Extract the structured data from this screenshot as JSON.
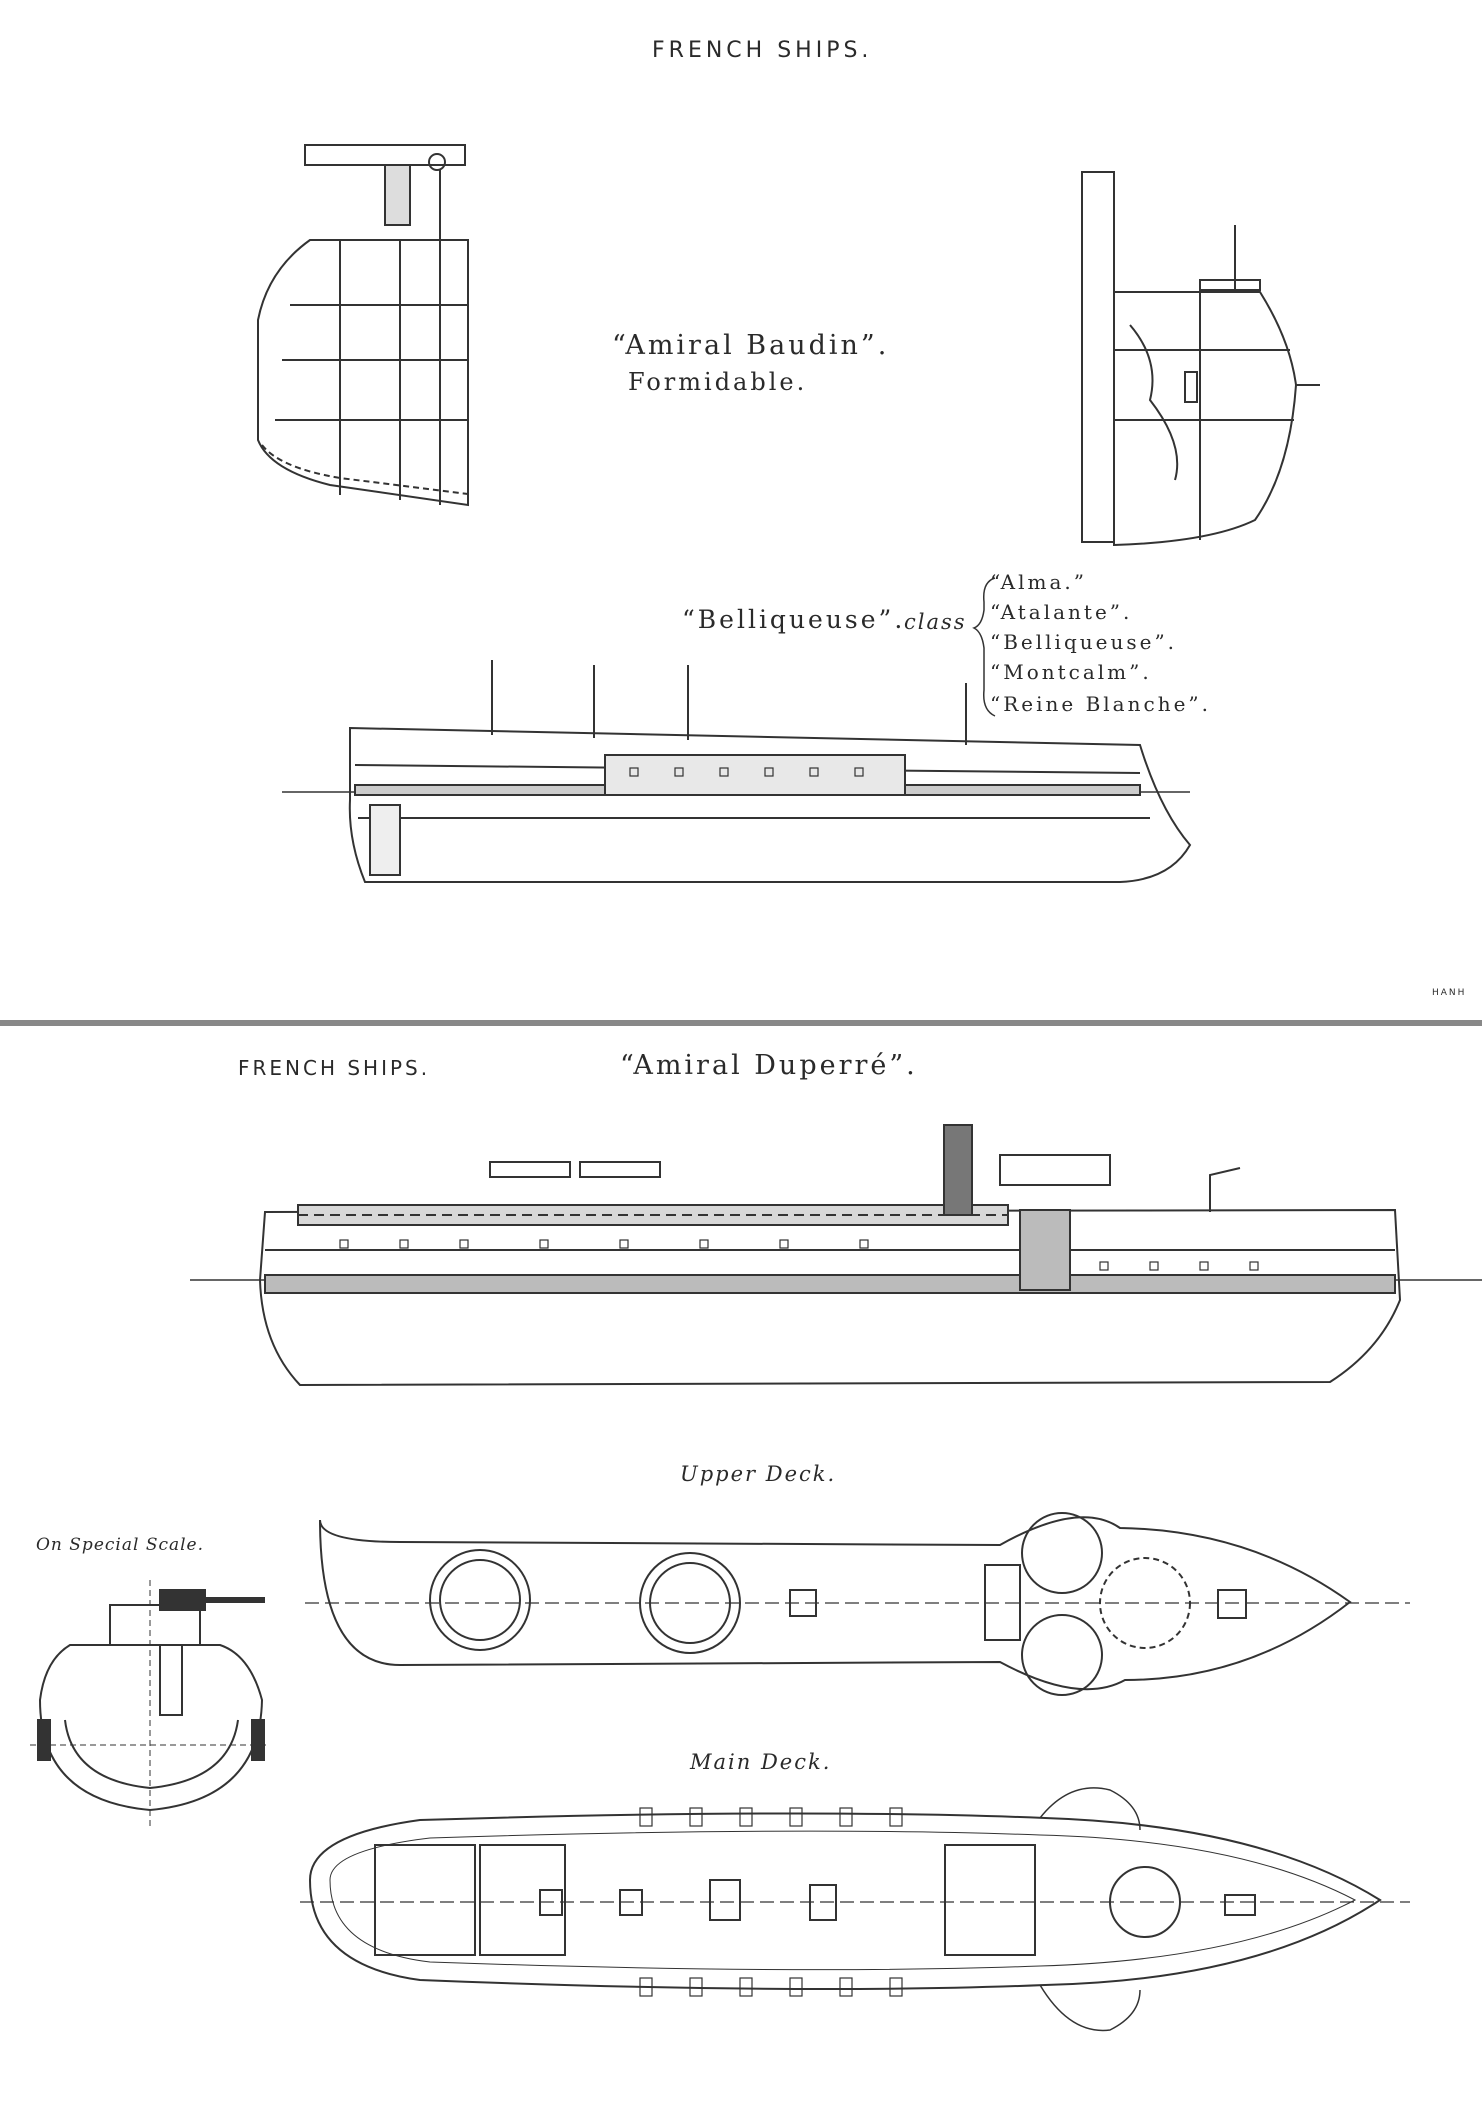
{
  "plate_top": {
    "heading": "FRENCH SHIPS.",
    "ship_names": [
      "“Amiral Baudin”.",
      "Formidable."
    ],
    "class_title": "“Belliqueuse”.",
    "class_word": "class",
    "class_members": [
      "“Alma.”",
      "“Atalante”.",
      "“Belliqueuse”.",
      "“Montcalm”.",
      "“Reine Blanche”."
    ]
  },
  "plate_bottom": {
    "heading": "FRENCH SHIPS.",
    "ship_name": "“Amiral Duperré”.",
    "section_note": "On Special Scale.",
    "upper_deck_label": "Upper Deck.",
    "main_deck_label": "Main Deck.",
    "engraver_mark": "HANH"
  }
}
